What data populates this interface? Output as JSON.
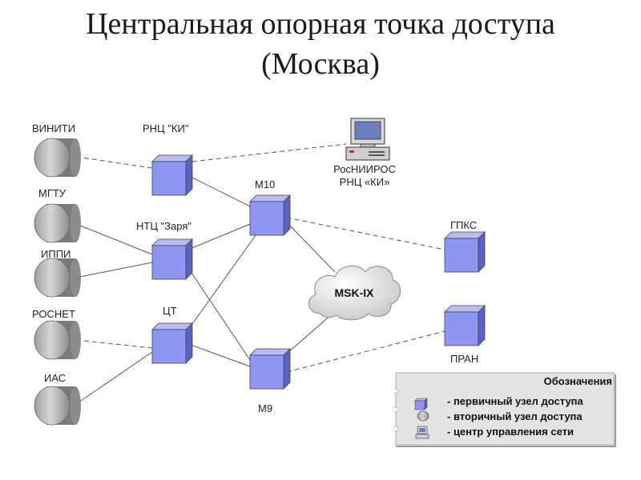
{
  "title": {
    "line1": "Центральная опорная точка доступа",
    "line2": "(Москва)"
  },
  "nodes": {
    "viniti": "ВИНИТИ",
    "mgtu": "МГТУ",
    "ippi": "ИППИ",
    "rosnet": "РОСНЕТ",
    "ias": "ИАС",
    "rnc_ki": "РНЦ \"КИ\"",
    "ntc_zarya": "НТЦ \"Заря\"",
    "ct": "ЦТ",
    "m10": "M10",
    "m9": "M9",
    "gpks": "ГПКС",
    "pran": "ПРАН",
    "center_line1": "РосНИИРОС",
    "center_line2": "РНЦ «КИ»",
    "cloud": "MSK-IX"
  },
  "legend": {
    "title": "Обозначения",
    "primary": "- первичный узел доступа",
    "secondary": "- вторичный узел доступа",
    "control": "- центр управления сети"
  },
  "colors": {
    "primary_node": "#8e96f2",
    "secondary_node": "#b8b8b8",
    "legend_bg": "#e4e4e4"
  },
  "icons": {
    "primary_node": "cube-icon",
    "secondary_node": "cylinder-icon",
    "control_center": "computer-icon",
    "exchange": "cloud-icon"
  }
}
